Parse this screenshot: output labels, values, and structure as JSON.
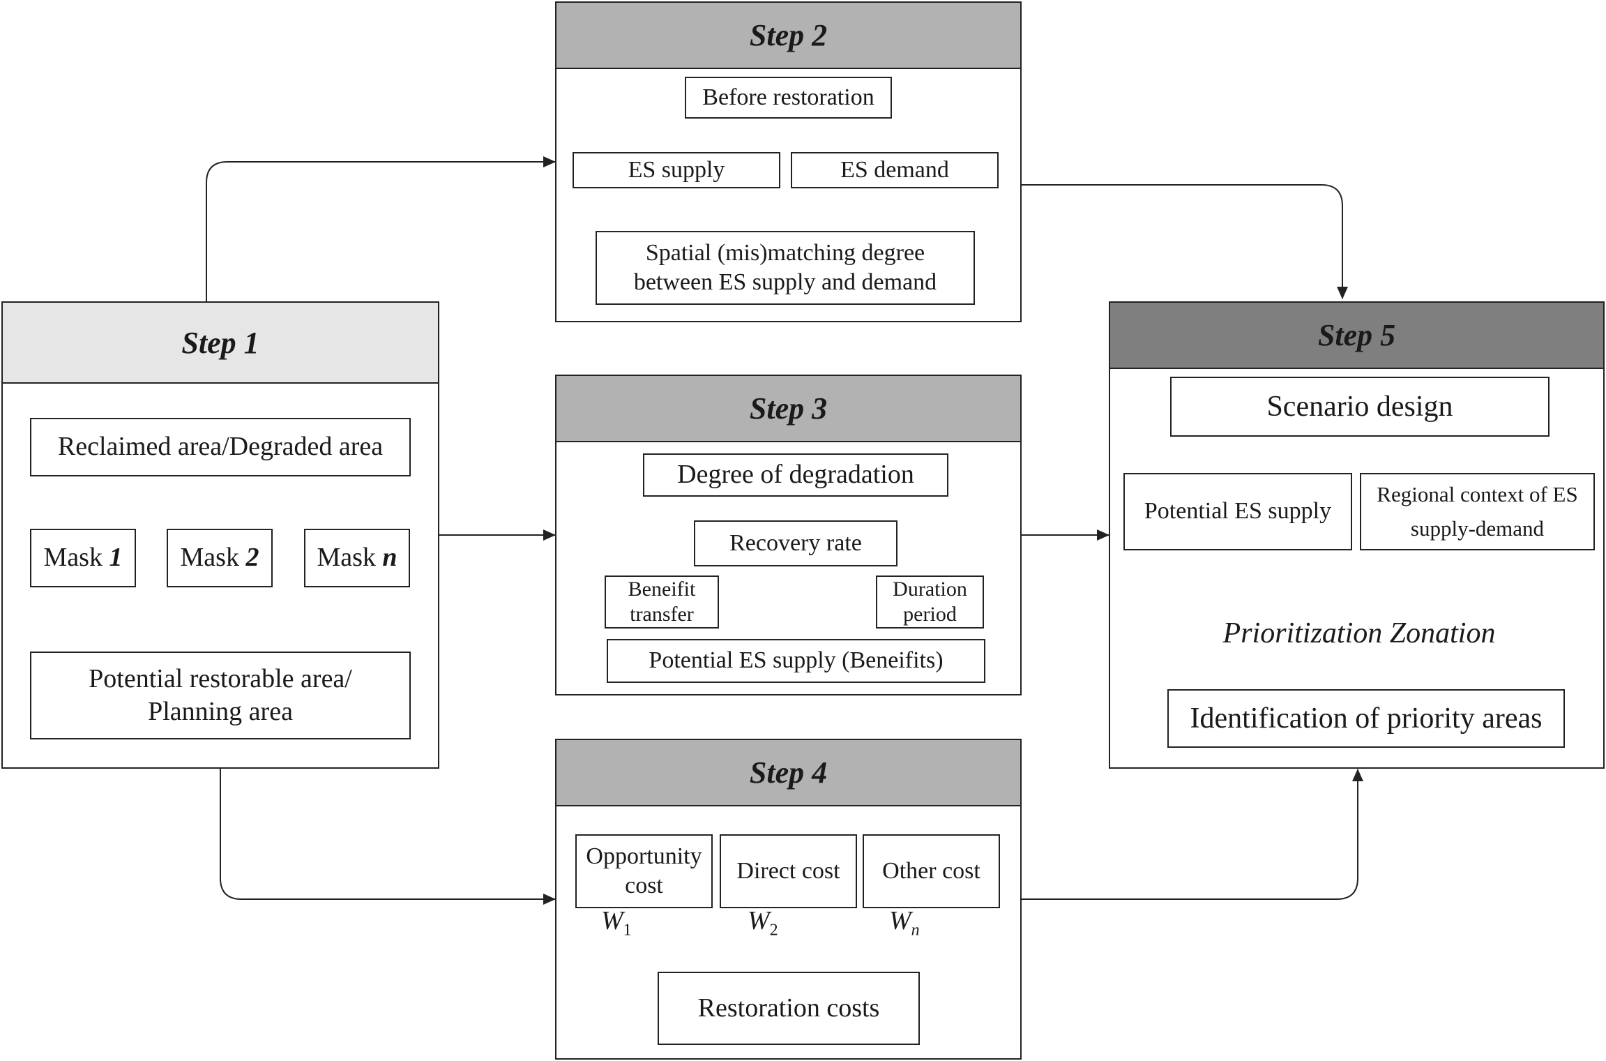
{
  "step1": {
    "title": "Step 1",
    "reclaimed": "Reclaimed area/Degraded area",
    "mask_word": "Mask",
    "mask1": "1",
    "mask2": "2",
    "maskn": "n",
    "potential_line1": "Potential restorable area/",
    "potential_line2": "Planning area"
  },
  "step2": {
    "title": "Step 2",
    "before": "Before restoration",
    "supply": "ES supply",
    "demand": "ES demand",
    "spatial_line1": "Spatial (mis)matching degree",
    "spatial_line2": "between  ES supply and demand"
  },
  "step3": {
    "title": "Step 3",
    "degree": "Degree of degradation",
    "recovery": "Recovery rate",
    "benefit_line1": "Beneifit",
    "benefit_line2": "transfer",
    "duration_line1": "Duration",
    "duration_line2": "period",
    "potential": "Potential  ES supply (Beneifits)"
  },
  "step4": {
    "title": "Step 4",
    "opportunity_line1": "Opportunity",
    "opportunity_line2": "cost",
    "direct": "Direct cost",
    "other": "Other cost",
    "w_letter": "W",
    "w1": "1",
    "w2": "2",
    "wn": "n",
    "restoration": "Restoration costs"
  },
  "step5": {
    "title": "Step 5",
    "scenario": "Scenario design",
    "potential": "Potential ES supply",
    "regional_line1": "Regional context of ES",
    "regional_line2": "supply-demand",
    "prioritization": "Prioritization Zonation",
    "identification": "Identification of priority areas"
  },
  "colors": {
    "step1_header": "#e6e6e6",
    "step234_header": "#b2b2b2",
    "step5_header": "#7f7f7f",
    "line": "#222222"
  }
}
